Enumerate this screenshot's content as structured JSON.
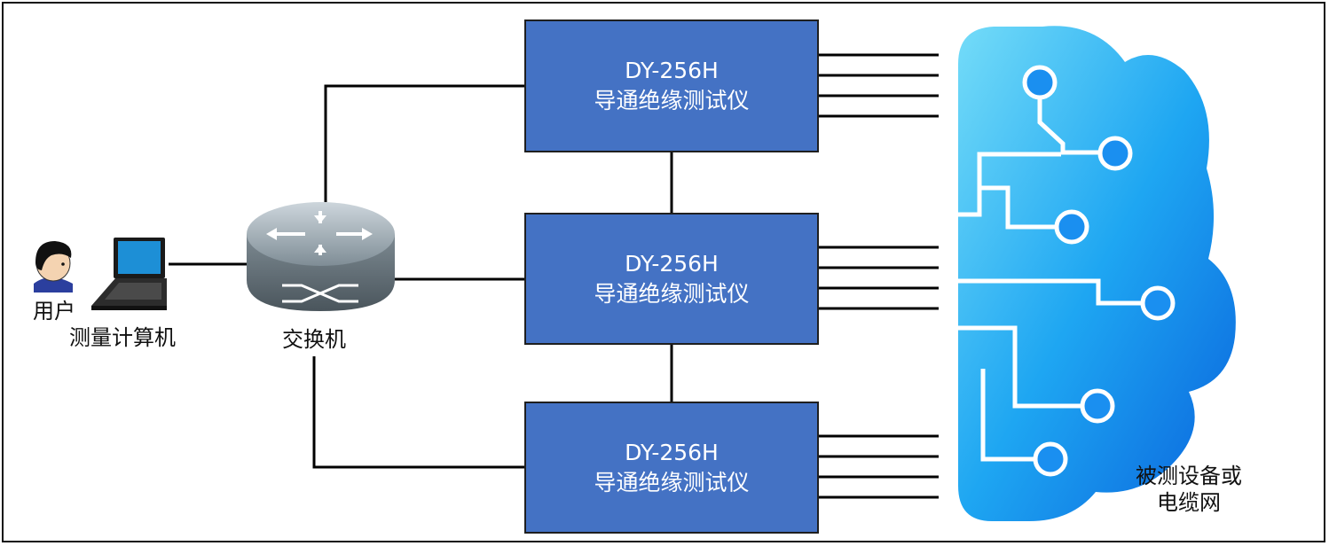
{
  "user": {
    "label": "用户"
  },
  "computer": {
    "label": "测量计算机"
  },
  "switch": {
    "label": "交换机"
  },
  "devices": [
    {
      "model": "DY-256H",
      "name": "导通绝缘测试仪"
    },
    {
      "model": "DY-256H",
      "name": "导通绝缘测试仪"
    },
    {
      "model": "DY-256H",
      "name": "导通绝缘测试仪"
    }
  ],
  "target": {
    "line1": "被测设备或",
    "line2": "电缆网"
  },
  "colors": {
    "device_fill": "#4472c4",
    "cloud_light": "#6fd6f7",
    "cloud_dark": "#0a6fe0",
    "wire": "#000000"
  }
}
